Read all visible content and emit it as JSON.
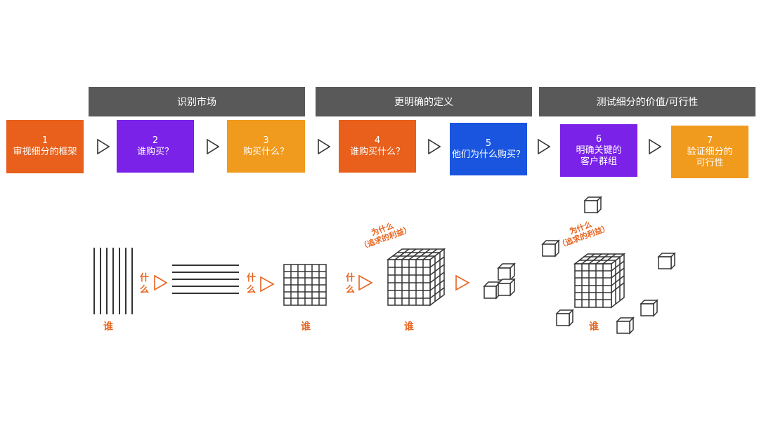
{
  "bands": [
    {
      "label": "识别市场",
      "color": "#595959"
    },
    {
      "label": "更明确的定义",
      "color": "#595959"
    },
    {
      "label": "测试细分的价值/可行性",
      "color": "#595959"
    }
  ],
  "steps": [
    {
      "num": "1",
      "text": "审视细分的框架",
      "color": "#e8601c"
    },
    {
      "num": "2",
      "text": "谁购买？",
      "color": "#7a22e8"
    },
    {
      "num": "3",
      "text": "购买什么？",
      "color": "#f09a1e"
    },
    {
      "num": "4",
      "text": "谁购买什么？",
      "color": "#e8601c"
    },
    {
      "num": "5",
      "text": "他们为什么购买？",
      "color": "#1a55e0"
    },
    {
      "num": "6",
      "text": "明确关键的",
      "text2": "客户群组",
      "color": "#7a22e8"
    },
    {
      "num": "7",
      "text": "验证细分的",
      "text2": "可行性",
      "color": "#f09a1e"
    }
  ],
  "diagram": {
    "who": "谁",
    "what_top": "什",
    "what_bottom": "么",
    "what_line": "什么",
    "why_line1": "为什么",
    "why_line2": "（追求的利益）"
  },
  "colors": {
    "accent": "#e8641e",
    "line": "#333333"
  }
}
